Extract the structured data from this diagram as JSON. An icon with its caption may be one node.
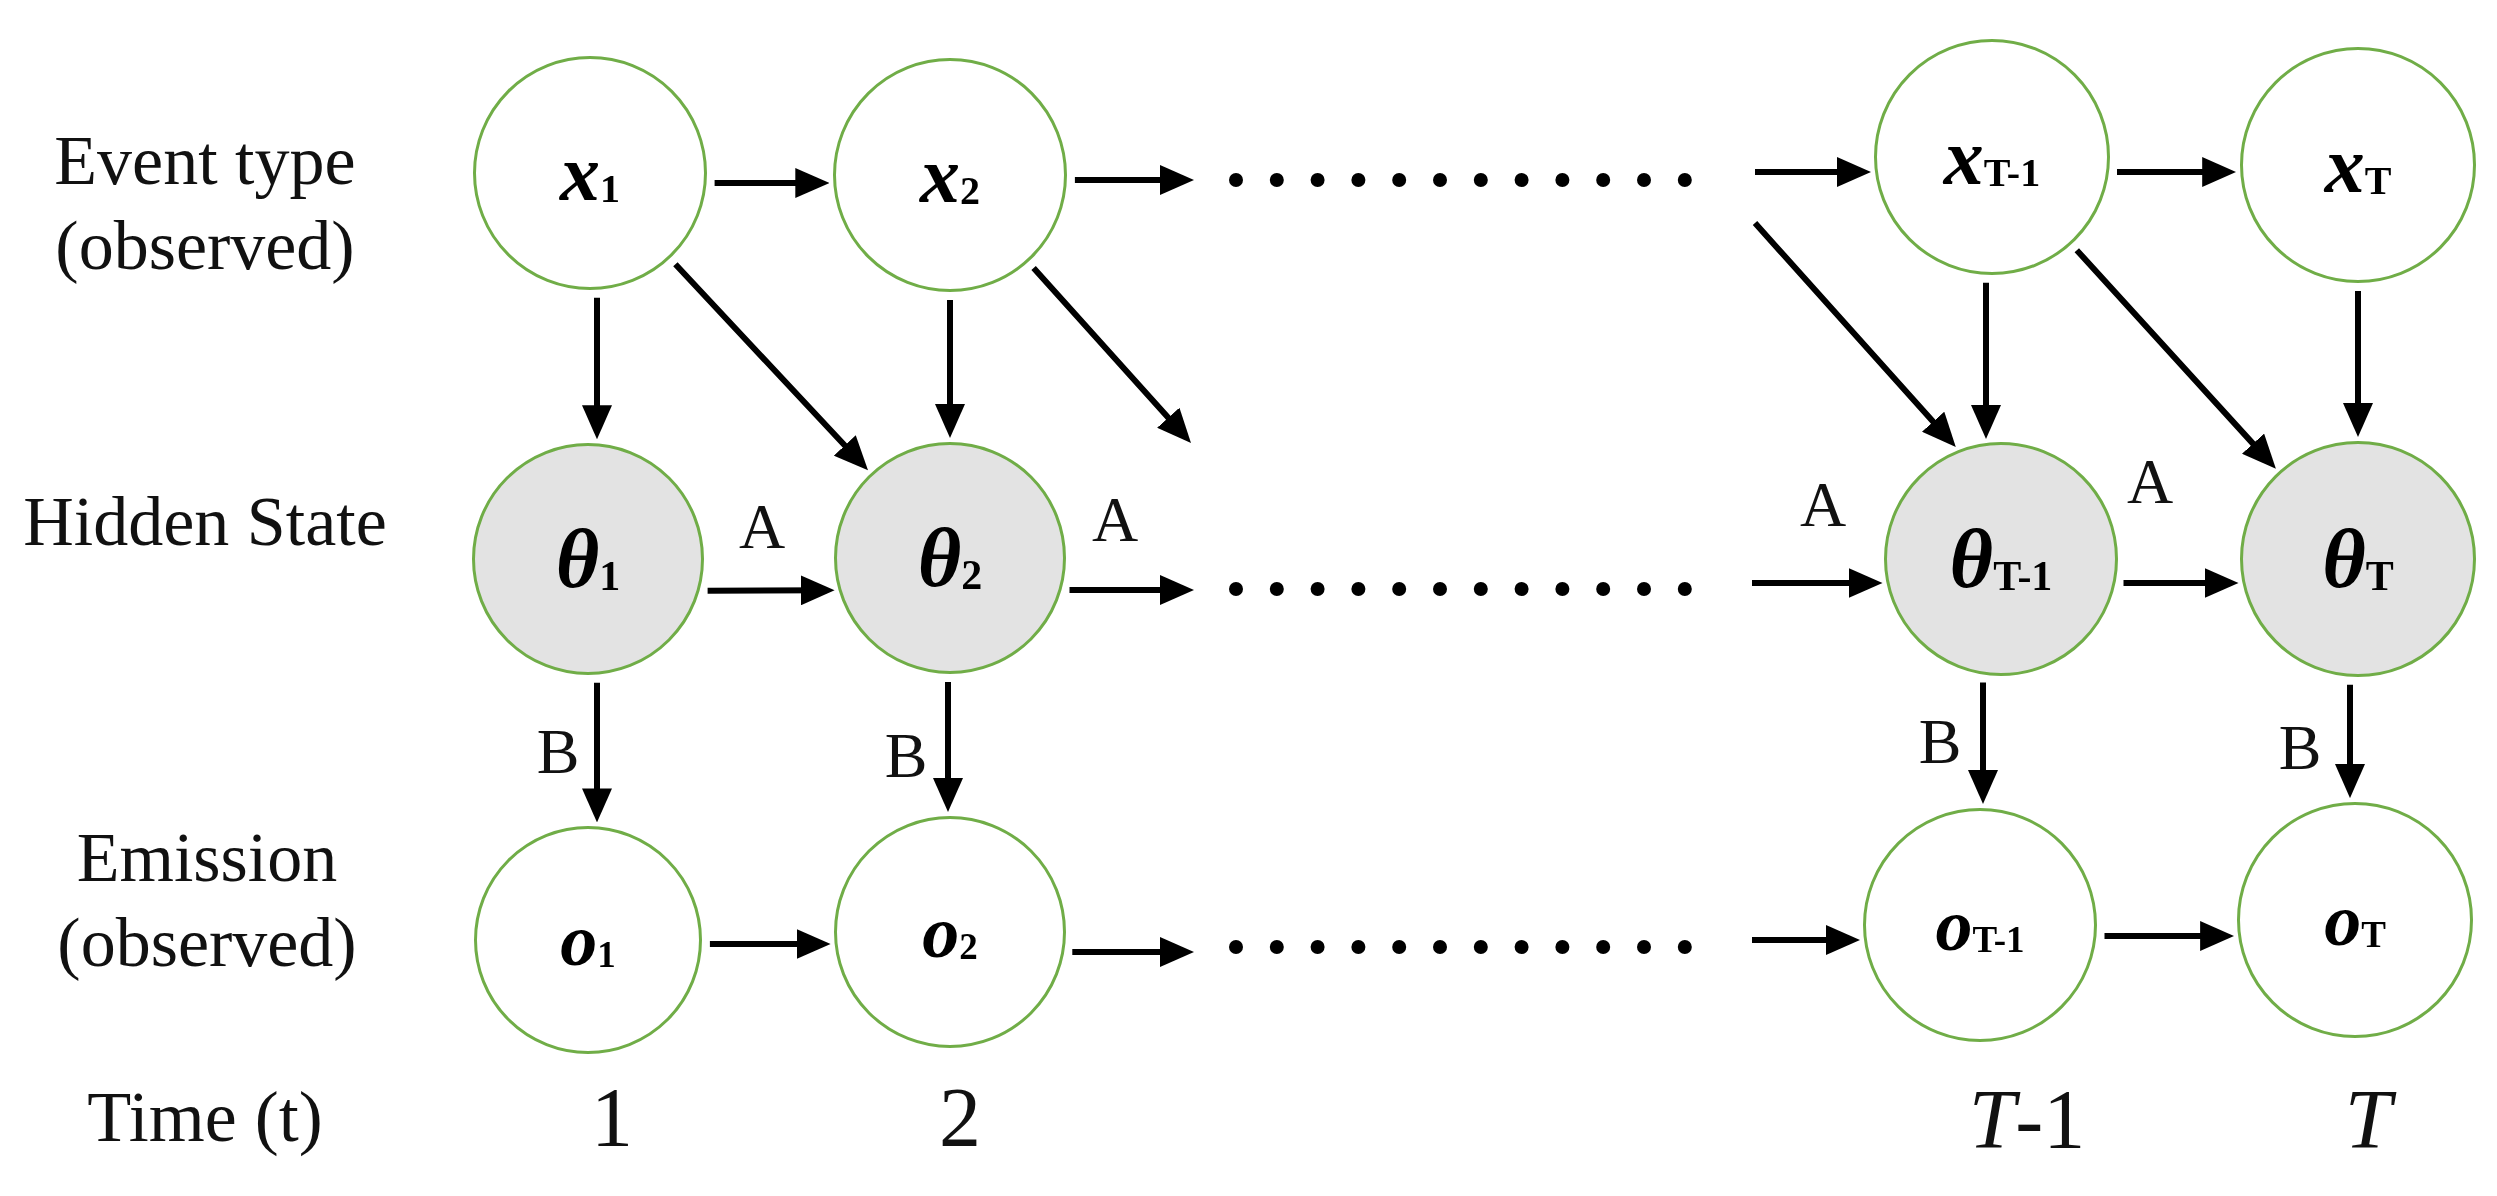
{
  "diagram": {
    "nodes": [
      {
        "text": [
          "*x*$_{1}$"
        ]
      },
      {
        "text": [
          "*x*$_{2}$"
        ]
      },
      {
        "text": [
          "*x*$_{T-1}$"
        ]
      },
      {
        "text": [
          "*x*$_{T}$"
        ]
      },
      {
        "text": [
          "*θ*$_{1}$"
        ]
      },
      {
        "text": [
          "*θ*$_{2}$"
        ]
      },
      {
        "text": [
          "*θ*$_{T-1}$"
        ]
      },
      {
        "text": [
          "*θ*$_{T}$"
        ]
      },
      {
        "text": [
          "*o*$_{1}$"
        ]
      },
      {
        "text": [
          "*o*$_{2}$"
        ]
      },
      {
        "text": [
          "*o*$_{T-1}$"
        ]
      },
      {
        "text": [
          "*o*$_{T}$"
        ]
      }
    ],
    "edges": [
      {
        "from": 0,
        "to": 1,
        "arrow": "to"
      },
      {
        "from": 1,
        "to": null,
        "arrow": "to"
      },
      {
        "from": null,
        "to": 2,
        "arrow": "to"
      },
      {
        "from": 2,
        "to": 3,
        "arrow": "to"
      },
      {
        "from": 0,
        "to": 4,
        "arrow": "to"
      },
      {
        "from": 0,
        "to": 5,
        "arrow": "to"
      },
      {
        "from": 1,
        "to": 5,
        "arrow": "to"
      },
      {
        "from": 1,
        "to": null,
        "arrow": "to"
      },
      {
        "from": null,
        "to": 6,
        "arrow": "to"
      },
      {
        "from": 2,
        "to": 6,
        "arrow": "to"
      },
      {
        "from": 2,
        "to": 7,
        "arrow": "to"
      },
      {
        "from": 3,
        "to": 7,
        "arrow": "to"
      },
      {
        "from": 4,
        "to": 5,
        "arrow": "to",
        "label": "A"
      },
      {
        "from": 5,
        "to": null,
        "arrow": "to",
        "label": "A"
      },
      {
        "from": null,
        "to": 6,
        "arrow": "to",
        "label": "A"
      },
      {
        "from": 6,
        "to": 7,
        "arrow": "to",
        "label": "A"
      },
      {
        "from": 4,
        "to": 8,
        "arrow": "to",
        "label": "B"
      },
      {
        "from": 5,
        "to": 9,
        "arrow": "to",
        "label": "B"
      },
      {
        "from": 6,
        "to": 10,
        "arrow": "to",
        "label": "B"
      },
      {
        "from": 7,
        "to": 11,
        "arrow": "to",
        "label": "B"
      },
      {
        "from": 8,
        "to": 9,
        "arrow": "to"
      },
      {
        "from": 9,
        "to": null,
        "arrow": "to"
      },
      {
        "from": null,
        "to": 10,
        "arrow": "to"
      },
      {
        "from": 10,
        "to": 11,
        "arrow": "to"
      }
    ],
    "labels": [
      "Event type (observed)",
      "Hidden State",
      "Emission (observed)",
      "Time (t)",
      "1",
      "2",
      "*T*-1",
      "T"
    ]
  }
}
